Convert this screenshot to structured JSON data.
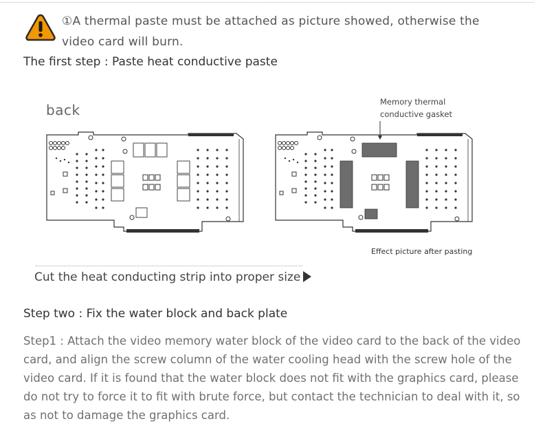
{
  "warning": {
    "marker": "①",
    "text": "A thermal paste must be attached as picture showed, otherwise the video card will burn."
  },
  "step1": {
    "title": "The first step : Paste heat conductive paste",
    "back_label": "back",
    "memory_label_line1": "Memory thermal",
    "memory_label_line2": "conductive gasket",
    "effect_label": "Effect picture after pasting",
    "cut_text": "Cut the heat conducting strip into proper size"
  },
  "step2": {
    "title": "Step two : Fix the water block and back plate",
    "body": "Step1 : Attach the video memory water block of the video card to the back of the video card, and align the screw column of the water cooling head with the screw hole of the video card. If it is found that the water block does not fit with the graphics card, please do not try to force it to fit with brute force, but contact the technician to deal with it, so as not to damage the graphics card."
  },
  "colors": {
    "warning_fill": "#f39800",
    "pad_fill": "#6d6d6d",
    "line": "#333333"
  }
}
